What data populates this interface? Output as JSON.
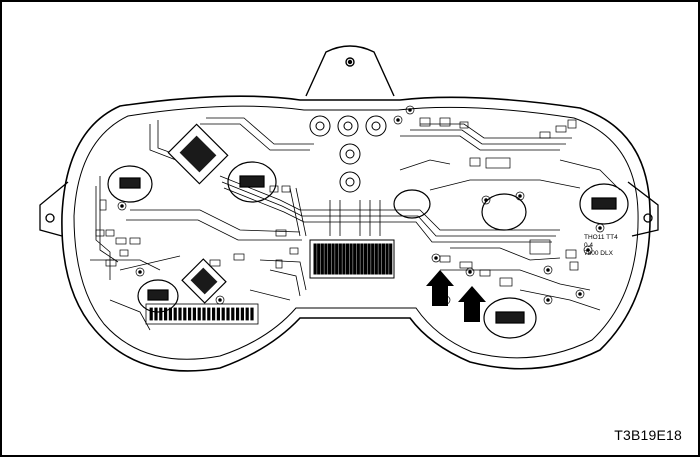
{
  "figure": {
    "code": "T3B19E18",
    "board_labels": [
      "THO11 TT4",
      "0.4",
      "7800 DLX"
    ],
    "callouts": [
      {
        "id": "arrow-1",
        "direction": "up"
      },
      {
        "id": "arrow-2",
        "direction": "up"
      }
    ],
    "colors": {
      "line": "#000000",
      "background": "#ffffff",
      "fill_dark": "#1a1a1a"
    }
  }
}
